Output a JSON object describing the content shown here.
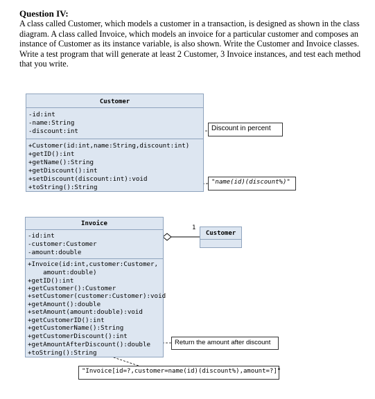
{
  "question": {
    "title": "Question IV:",
    "lines": [
      "A class called Customer, which models a customer in a transaction, is designed as shown in the class",
      "diagram. A class called Invoice, which models an invoice for a particular customer and composes an",
      "instance of Customer as its instance variable, is also shown. Write the Customer and Invoice classes.",
      "Write a test program that will generate at least 2 Customer, 3 Invoice instances, and test each method",
      "that you write."
    ]
  },
  "customer_class": {
    "name": "Customer",
    "fields": [
      "-id:int",
      "-name:String",
      "-discount:int"
    ],
    "methods": [
      "+Customer(id:int,name:String,discount:int)",
      "+getID():int",
      "+getName():String",
      "+getDiscount():int",
      "+setDiscount(discount:int):void",
      "+toString():String"
    ]
  },
  "invoice_class": {
    "name": "Invoice",
    "fields": [
      "-id:int",
      "-customer:Customer",
      "-amount:double"
    ],
    "methods": [
      "+Invoice(id:int,customer:Customer,",
      "    amount:double)",
      "+getID():int",
      "+getCustomer():Customer",
      "+setCustomer(customer:Customer):void",
      "+getAmount():double",
      "+setAmount(amount:double):void",
      "+getCustomerID():int",
      "+getCustomerName():String",
      "+getCustomerDiscount():int",
      "+getAmountAfterDiscount():double",
      "+toString():String"
    ]
  },
  "customer_ref": {
    "name": "Customer",
    "multiplicity": "1"
  },
  "notes": {
    "discount": "Discount in percent",
    "customer_tostring": "\"name(id)(discount%)\"",
    "amount_after": "Return the amount after discount",
    "invoice_tostring": "\"Invoice[id=?,customer=name(id)(discount%),amount=?]\""
  },
  "colors": {
    "box_fill": "#dde6f1",
    "box_border": "#8ea3bd"
  }
}
